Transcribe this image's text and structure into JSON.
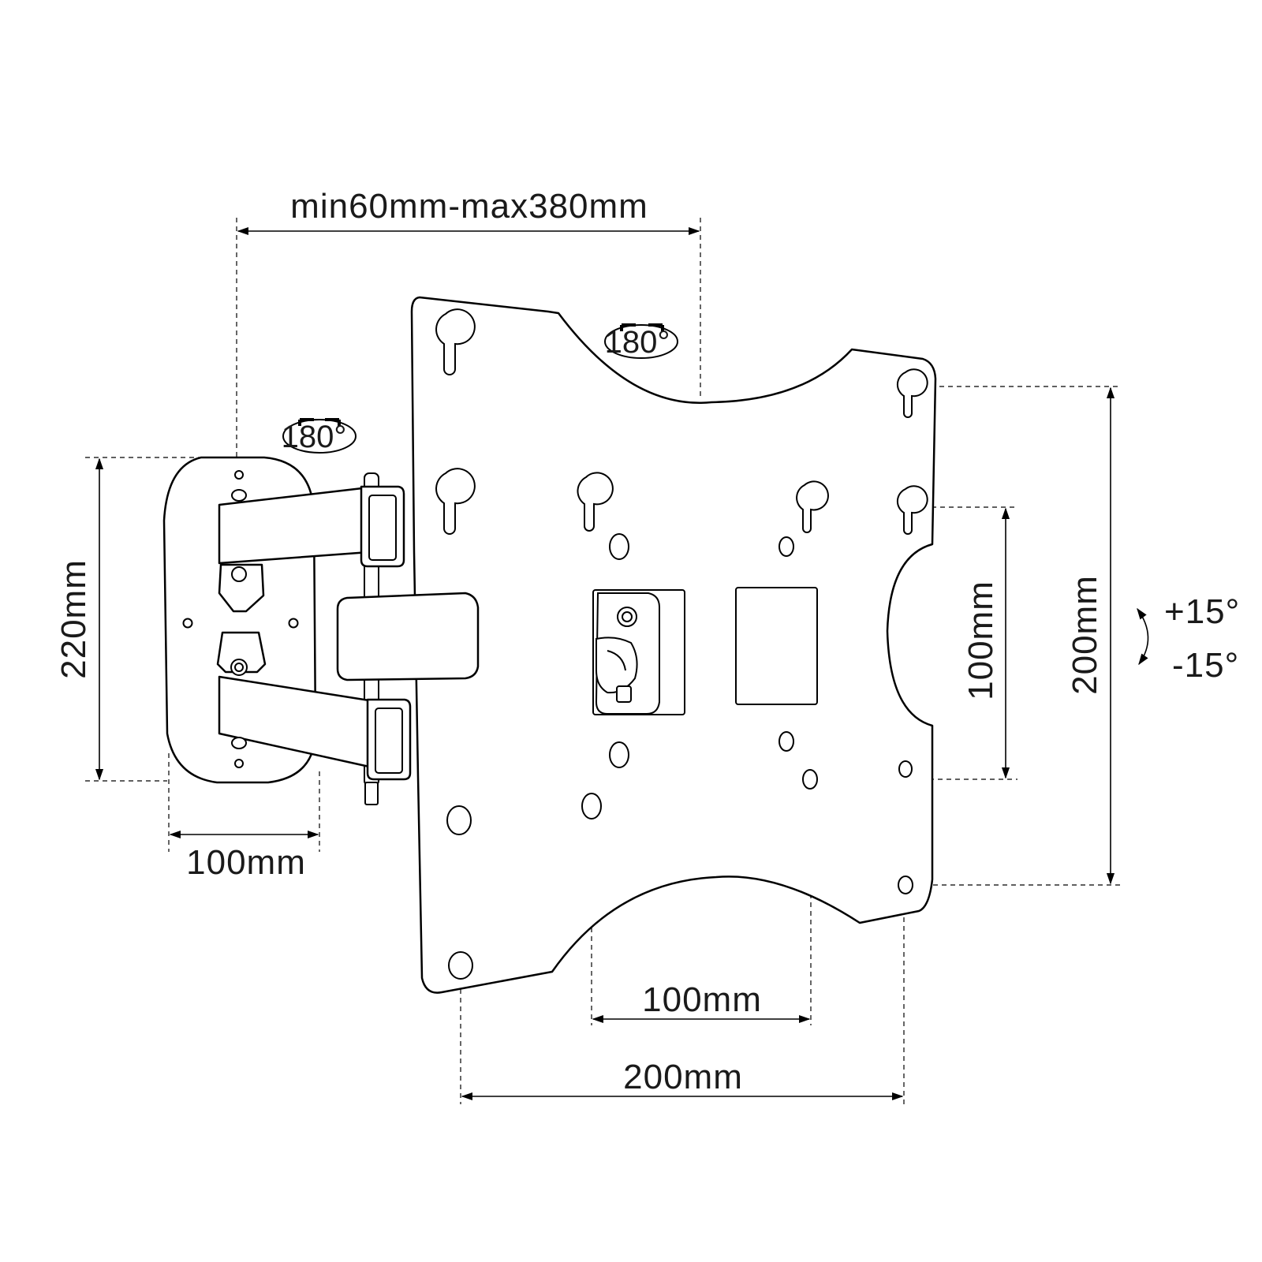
{
  "labels": {
    "arm_extension": "min60mm-max380mm",
    "wall_plate_height": "220mm",
    "wall_plate_width": "100mm",
    "vesa_inner_height": "100mm",
    "vesa_outer_height": "200mm",
    "vesa_inner_width": "100mm",
    "vesa_outer_width": "200mm",
    "tilt_up": "+15°",
    "tilt_down": "-15°",
    "swivel_arm": "180°",
    "swivel_plate": "180°"
  },
  "colors": {
    "line": "#000000",
    "text": "#1a1a1a",
    "background": "#ffffff"
  }
}
